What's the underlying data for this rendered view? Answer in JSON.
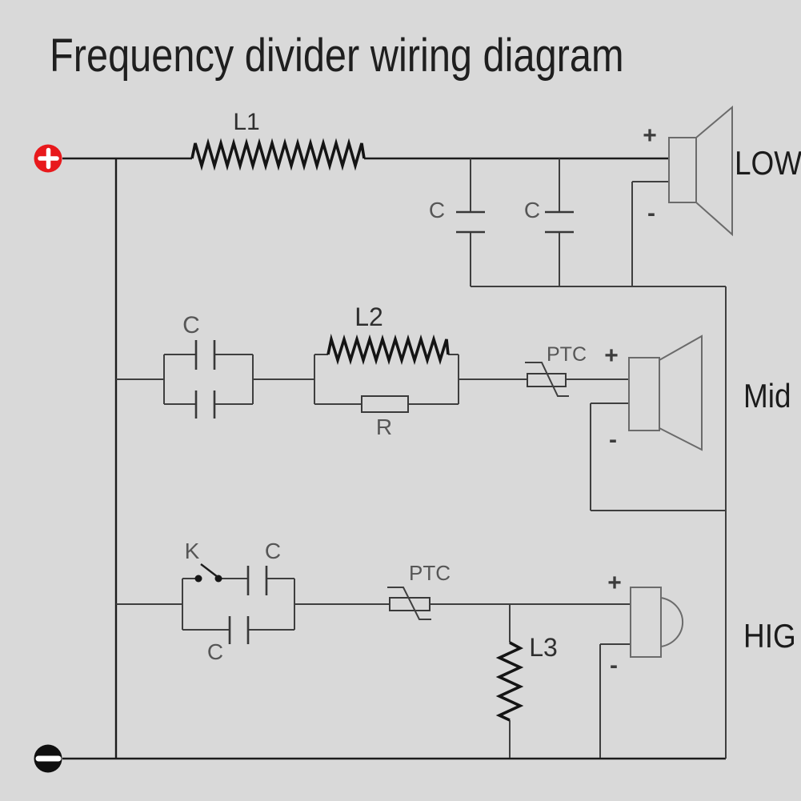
{
  "title": "Frequency divider wiring diagram",
  "colors": {
    "background": "#d9d9d9",
    "wire": "#3f3f3f",
    "wire_dark": "#1c1c1c",
    "label_gray": "#565656",
    "label_dark": "#2f2f2f",
    "plus_terminal": "#e8191c",
    "minus_terminal": "#0f0f0f",
    "speaker_outline": "#6b6b6b"
  },
  "terminals": {
    "plus_icon": "plus",
    "minus_icon": "minus"
  },
  "speakers": {
    "low": "LOW",
    "mid": "Mid",
    "high": "HIG"
  },
  "components": {
    "low": {
      "inductor": "L1",
      "cap1": "C",
      "cap2": "C",
      "plus": "+",
      "minus": "-"
    },
    "mid": {
      "cap": "C",
      "inductor": "L2",
      "resistor": "R",
      "ptc": "PTC",
      "plus": "+",
      "minus": "-"
    },
    "high": {
      "switch": "K",
      "cap_top": "C",
      "cap_bottom": "C",
      "ptc": "PTC",
      "inductor": "L3",
      "plus": "+",
      "minus": "-"
    }
  }
}
